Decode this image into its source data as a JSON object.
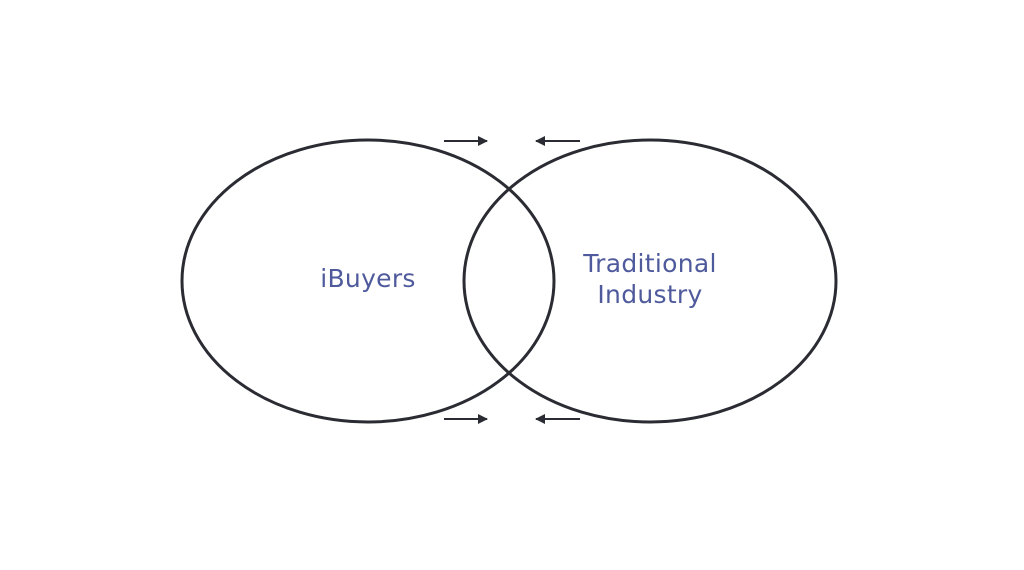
{
  "diagram": {
    "left_set": {
      "label_lines": [
        "iBuyers"
      ]
    },
    "right_set": {
      "label_lines": [
        "Traditional",
        "Industry"
      ]
    },
    "arrows": {
      "top_left": "right",
      "top_right": "left",
      "bottom_left": "right",
      "bottom_right": "left"
    }
  },
  "colors": {
    "outline": "#2b2c33",
    "label": "#4f5a9c",
    "arrow": "#2b2c33",
    "background": "#ffffff"
  }
}
